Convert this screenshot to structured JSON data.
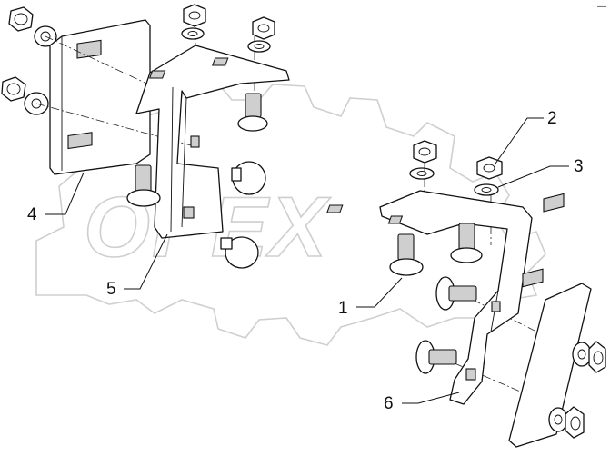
{
  "watermark": {
    "text": "OPEX",
    "color": "#cfcfcf"
  },
  "callouts": [
    {
      "id": "1",
      "label": "1",
      "part": "carriage-bolt"
    },
    {
      "id": "2",
      "label": "2",
      "part": "nut"
    },
    {
      "id": "3",
      "label": "3",
      "part": "washer"
    },
    {
      "id": "4",
      "label": "4",
      "part": "plate"
    },
    {
      "id": "5",
      "label": "5",
      "part": "bracket"
    },
    {
      "id": "6",
      "label": "6",
      "part": "bracket"
    }
  ],
  "corner_mark": "—"
}
